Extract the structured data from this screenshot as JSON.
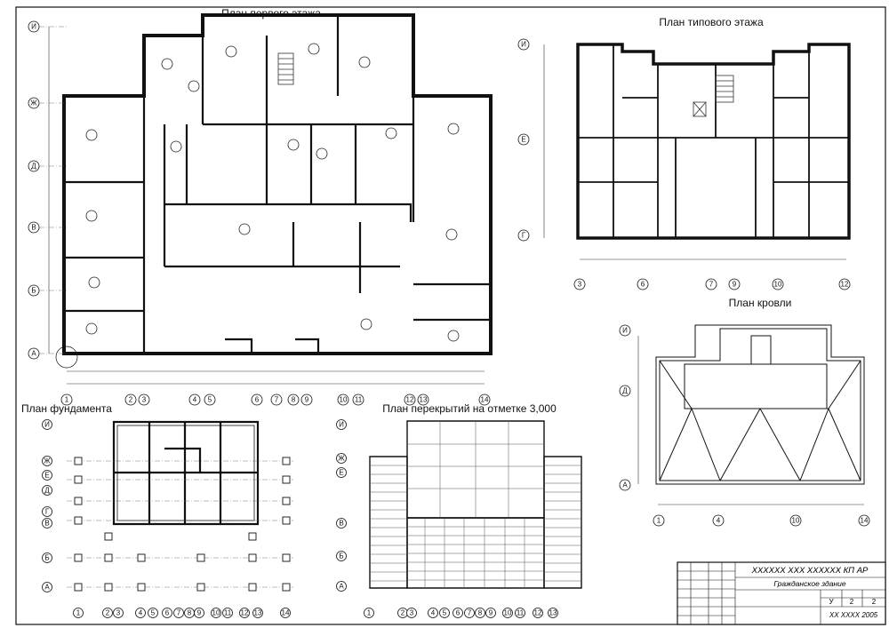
{
  "titles": {
    "first_floor": "План первого этажа",
    "typical_floor": "План типового этажа",
    "roof": "План кровли",
    "foundation": "План фундамента",
    "slabs": "План перекрытий на отметке 3,000"
  },
  "axes": {
    "letters_first": [
      "И",
      "Ж",
      "Д",
      "В",
      "Б",
      "А"
    ],
    "numbers_first": [
      "1",
      "2",
      "3",
      "4",
      "5",
      "6",
      "7",
      "8",
      "9",
      "10",
      "11",
      "12",
      "13",
      "14"
    ],
    "letters_typical": [
      "И",
      "Е",
      "Г"
    ],
    "numbers_typical": [
      "3",
      "6",
      "7",
      "9",
      "10",
      "12"
    ],
    "letters_roof": [
      "И",
      "Д",
      "А"
    ],
    "numbers_roof": [
      "1",
      "4",
      "10",
      "14"
    ],
    "letters_found": [
      "И",
      "Ж",
      "Е",
      "Д",
      "Г",
      "В",
      "Б",
      "А"
    ],
    "numbers_found": [
      "1",
      "2",
      "3",
      "4",
      "5",
      "6",
      "7",
      "8",
      "9",
      "10",
      "11",
      "12",
      "13",
      "14"
    ],
    "letters_slab": [
      "И",
      "Ж",
      "Е",
      "В",
      "Б",
      "А"
    ],
    "numbers_slab": [
      "1",
      "2",
      "3",
      "4",
      "5",
      "6",
      "7",
      "8",
      "9",
      "10",
      "11",
      "12",
      "13"
    ]
  },
  "title_block": {
    "code": "XXXXXX XXX XXXXXX КП АР",
    "building": "Гражданское здание",
    "stage": "У",
    "sheet": "2",
    "sheets": "2",
    "org": "XX XXXX 2005"
  }
}
